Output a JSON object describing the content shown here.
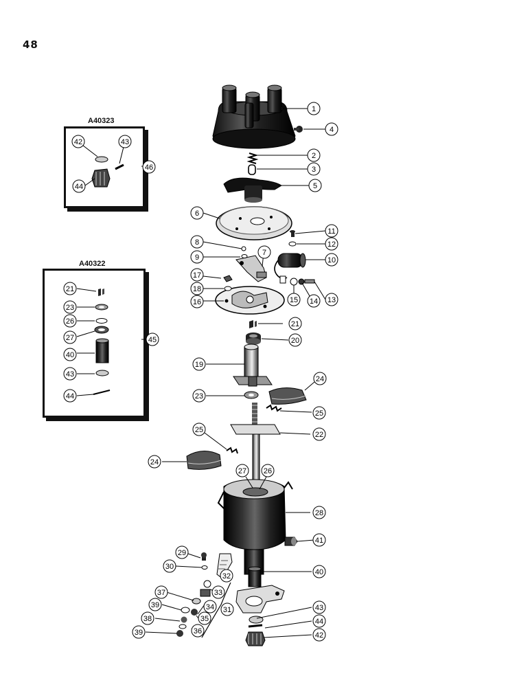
{
  "page_number": "48",
  "kits": [
    {
      "id": "A40323",
      "callout": "46"
    },
    {
      "id": "A40322",
      "callout": "45"
    }
  ],
  "kit1_items": [
    "42",
    "43",
    "44"
  ],
  "kit2_items": [
    "21",
    "23",
    "26",
    "27",
    "40",
    "43",
    "44"
  ],
  "callouts": {
    "c1": "1",
    "c2": "2",
    "c3": "3",
    "c4": "4",
    "c5": "5",
    "c6": "6",
    "c8": "8",
    "c7": "7",
    "c9": "9",
    "c10": "10",
    "c11": "11",
    "c12": "12",
    "c13": "13",
    "c14": "14",
    "c15": "15",
    "c16": "16",
    "c17": "17",
    "c18": "18",
    "c19": "19",
    "c20": "20",
    "c21": "21",
    "c22": "22",
    "c23": "23",
    "c24a": "24",
    "c24b": "24",
    "c25a": "25",
    "c25b": "25",
    "c26": "26",
    "c27": "27",
    "c28": "28",
    "c29": "29",
    "c30": "30",
    "c31": "31",
    "c32": "32",
    "c33": "33",
    "c34": "34",
    "c35": "35",
    "c36": "36",
    "c37": "37",
    "c38": "38",
    "c39a": "39",
    "c39b": "39",
    "c40": "40",
    "c41": "41",
    "c42": "42",
    "c43": "43",
    "c44": "44"
  },
  "colors": {
    "ink": "#111111",
    "paper": "#ffffff",
    "mid": "#555555",
    "light": "#cccccc"
  }
}
